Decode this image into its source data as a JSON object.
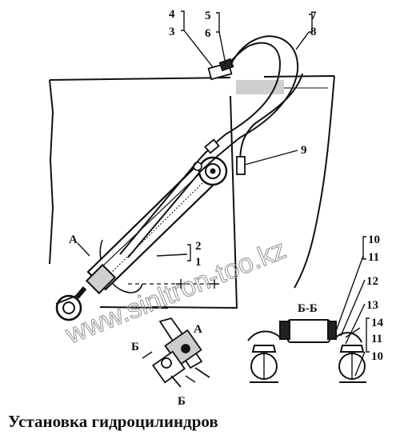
{
  "figure": {
    "caption": "Установка гидроцилиндров",
    "watermark": "www.sinltron-too.kz",
    "callouts": {
      "n4": "4",
      "n3": "3",
      "n5": "5",
      "n6": "6",
      "n7": "7",
      "n8": "8",
      "n9": "9",
      "n2": "2",
      "n1": "1",
      "n10a": "10",
      "n11a": "11",
      "n12": "12",
      "n13": "13",
      "n14": "14",
      "n11b": "11",
      "n10b": "10"
    },
    "view_labels": {
      "a_main": "А",
      "a_detail": "А",
      "b_top": "Б",
      "b_bottom": "Б",
      "section": "Б-Б"
    }
  }
}
